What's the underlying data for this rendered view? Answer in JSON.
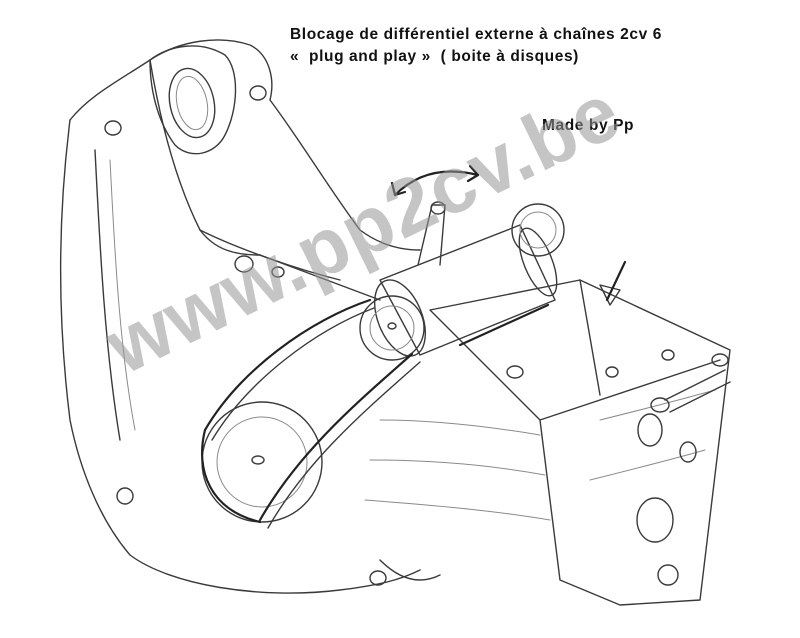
{
  "title": {
    "line1": "Blocage de différentiel externe à chaînes 2cv 6",
    "line2": "«  plug and play »  ( boite à disques)"
  },
  "author": "Made by Pp",
  "watermark": "www.pp2cv.be",
  "colors": {
    "pencil": "#3a3a3a",
    "watermark": "#969696",
    "background": "#ffffff"
  }
}
